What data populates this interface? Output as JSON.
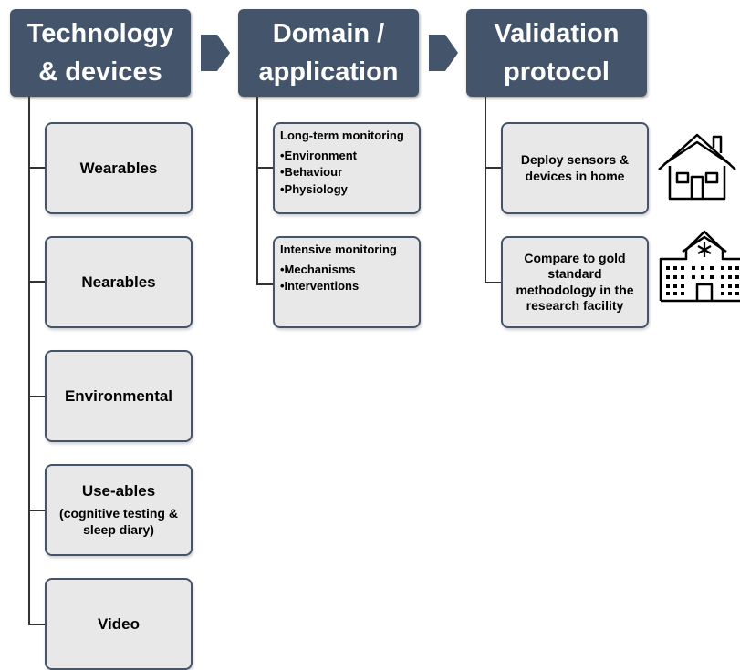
{
  "headers": [
    {
      "label": "Technology\n& devices"
    },
    {
      "label": "Domain /\napplication"
    },
    {
      "label": "Validation\nprotocol"
    }
  ],
  "technology_items": [
    {
      "label": "Wearables",
      "sub": ""
    },
    {
      "label": "Nearables",
      "sub": ""
    },
    {
      "label": "Environmental",
      "sub": ""
    },
    {
      "label": "Use-ables",
      "sub": "(cognitive testing &\nsleep diary)"
    },
    {
      "label": "Video",
      "sub": ""
    }
  ],
  "domain_items": [
    {
      "title": "Long-term monitoring",
      "bullets": [
        "•Environment",
        "•Behaviour",
        "•Physiology"
      ]
    },
    {
      "title": "Intensive monitoring",
      "bullets": [
        "•Mechanisms",
        "•Interventions"
      ]
    }
  ],
  "validation_items": [
    {
      "label": "Deploy sensors &\ndevices in home",
      "icon": "house-icon"
    },
    {
      "label": "Compare to gold\nstandard\nmethodology in the\nresearch facility",
      "icon": "hospital-icon"
    }
  ],
  "colors": {
    "header": "#44546a",
    "box_fill": "#e8e8e8",
    "connector": "#333333"
  }
}
